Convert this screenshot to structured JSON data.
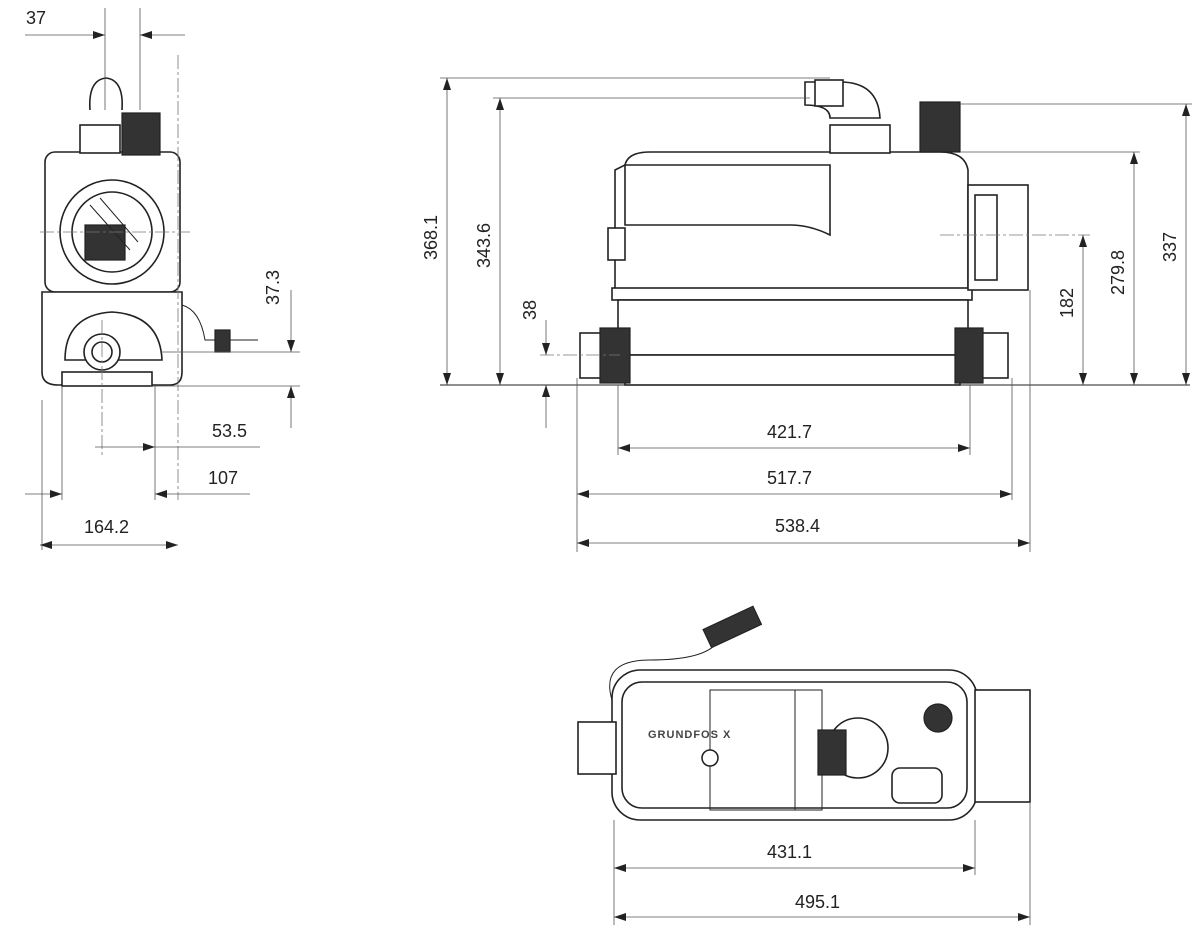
{
  "title": "Grundfos Sololift2 dimensional drawing",
  "logo_text": "GRUNDFOS X",
  "dimensions": {
    "front_top_offset": "37",
    "front_outlet_height": "37.3",
    "front_half_width": "53.5",
    "front_offset": "107",
    "front_width": "164.2",
    "side_total_height": "368.1",
    "side_pipe_height": "343.6",
    "side_inlet_height": "38",
    "side_base_width": "421.7",
    "side_inlets_width": "517.7",
    "side_total_width": "538.4",
    "side_outlet_height": "182",
    "side_body_height": "279.8",
    "side_top_inlet_height": "337",
    "top_body_width": "431.1",
    "top_total_width": "495.1"
  }
}
